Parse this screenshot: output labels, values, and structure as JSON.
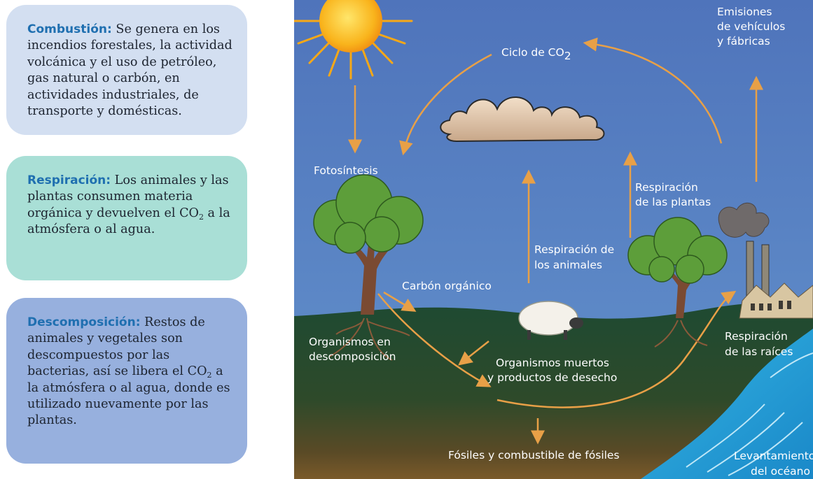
{
  "cards": {
    "combustion": {
      "term": "Combustión:",
      "text": "Se genera en los incendios forestales, la actividad volcánica y el uso de petróleo, gas natural o carbón, en actividades industriales, de transporte y domésticas."
    },
    "respiration": {
      "term": "Respiración:",
      "text_before": "Los animales y las plantas consumen materia orgánica y devuelven el CO",
      "sub": "2",
      "text_after": " a la atmósfera o al agua."
    },
    "decomposition": {
      "term": "Descomposición:",
      "text_before": "Restos de animales y vegetales son descompuestos por las bacterias, así se libera el CO",
      "sub": "2",
      "text_after": " a la atmósfera o al agua, donde es utilizado nuevamente por las plantas."
    }
  },
  "diagram": {
    "cycle_title": "Ciclo de CO",
    "cycle_title_sub": "2",
    "labels": {
      "emissions": [
        "Emisiones",
        "de vehículos",
        "y fábricas"
      ],
      "photosynthesis": "Fotosíntesis",
      "plant_respiration": [
        "Respiración",
        "de las plantas"
      ],
      "animal_respiration": [
        "Respiración de",
        "los animales"
      ],
      "organic_carbon": "Carbón orgánico",
      "decomposing_organisms": [
        "Organismos en",
        "descomposición"
      ],
      "dead_organisms": [
        "Organismos muertos",
        "y productos de desecho"
      ],
      "root_respiration": [
        "Respiración",
        "de las raíces"
      ],
      "fossils": "Fósiles y combustible de fósiles",
      "ocean_uplift": [
        "Levantamiento",
        "del océano"
      ]
    }
  }
}
